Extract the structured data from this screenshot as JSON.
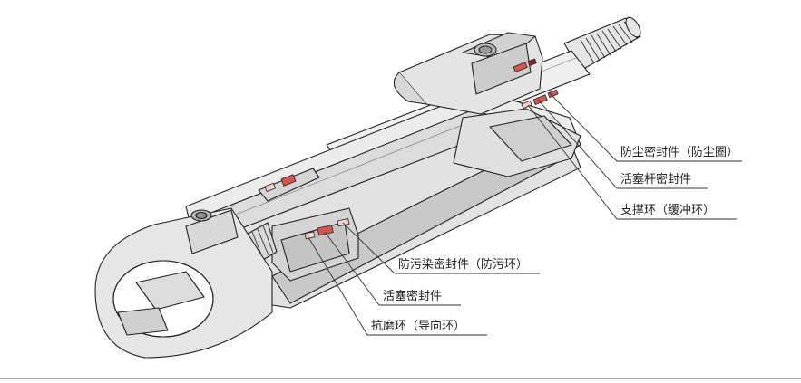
{
  "labels": [
    {
      "text": "防尘密封件（防尘圈）"
    },
    {
      "text": "活塞杆密封件"
    },
    {
      "text": "支撑环（缓冲环）"
    },
    {
      "text": "防污染密封件（防污环）"
    },
    {
      "text": "活塞密封件"
    },
    {
      "text": "抗磨环（导向环）"
    }
  ],
  "colors": {
    "body": "#ececec",
    "face": "#dcdcdc",
    "shade": "#c6c6c6",
    "outline": "#222222",
    "seal": "#d9534f",
    "seal_dark": "#8e2a27",
    "ring": "#f2d0cf"
  }
}
